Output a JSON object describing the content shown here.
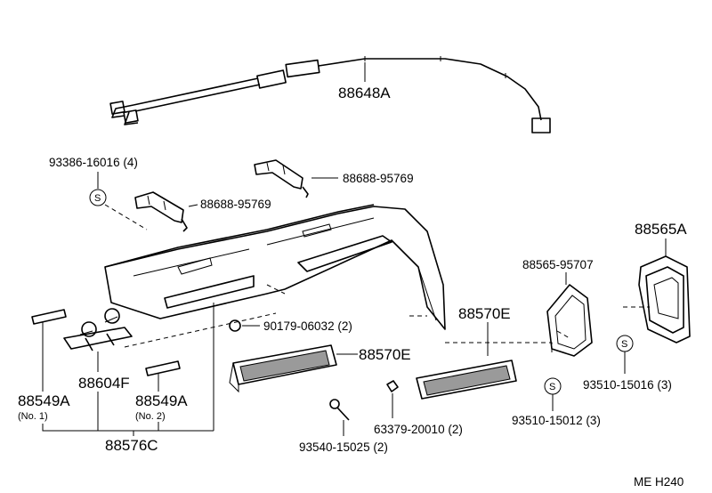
{
  "labels": {
    "p88648A": "88648A",
    "p93386": "93386-16016 (4)",
    "p88688_upper": "88688-95769",
    "p88688_lower": "88688-95769",
    "p88565A": "88565A",
    "p88565_95707": "88565-95707",
    "p90179": "90179-06032 (2)",
    "p88570E_right": "88570E",
    "p88570E_left": "88570E",
    "p88604F": "88604F",
    "p88549A_left": "88549A",
    "p88549A_left_sub": "(No. 1)",
    "p88549A_right": "88549A",
    "p88549A_right_sub": "(No. 2)",
    "p88576C": "88576C",
    "p63379": "63379-20010 (2)",
    "p93540": "93540-15025 (2)",
    "p93510_15016": "93510-15016 (3)",
    "p93510_15012": "93510-15012 (3)",
    "footer": "ME  H240",
    "screw_symbol": "S"
  }
}
